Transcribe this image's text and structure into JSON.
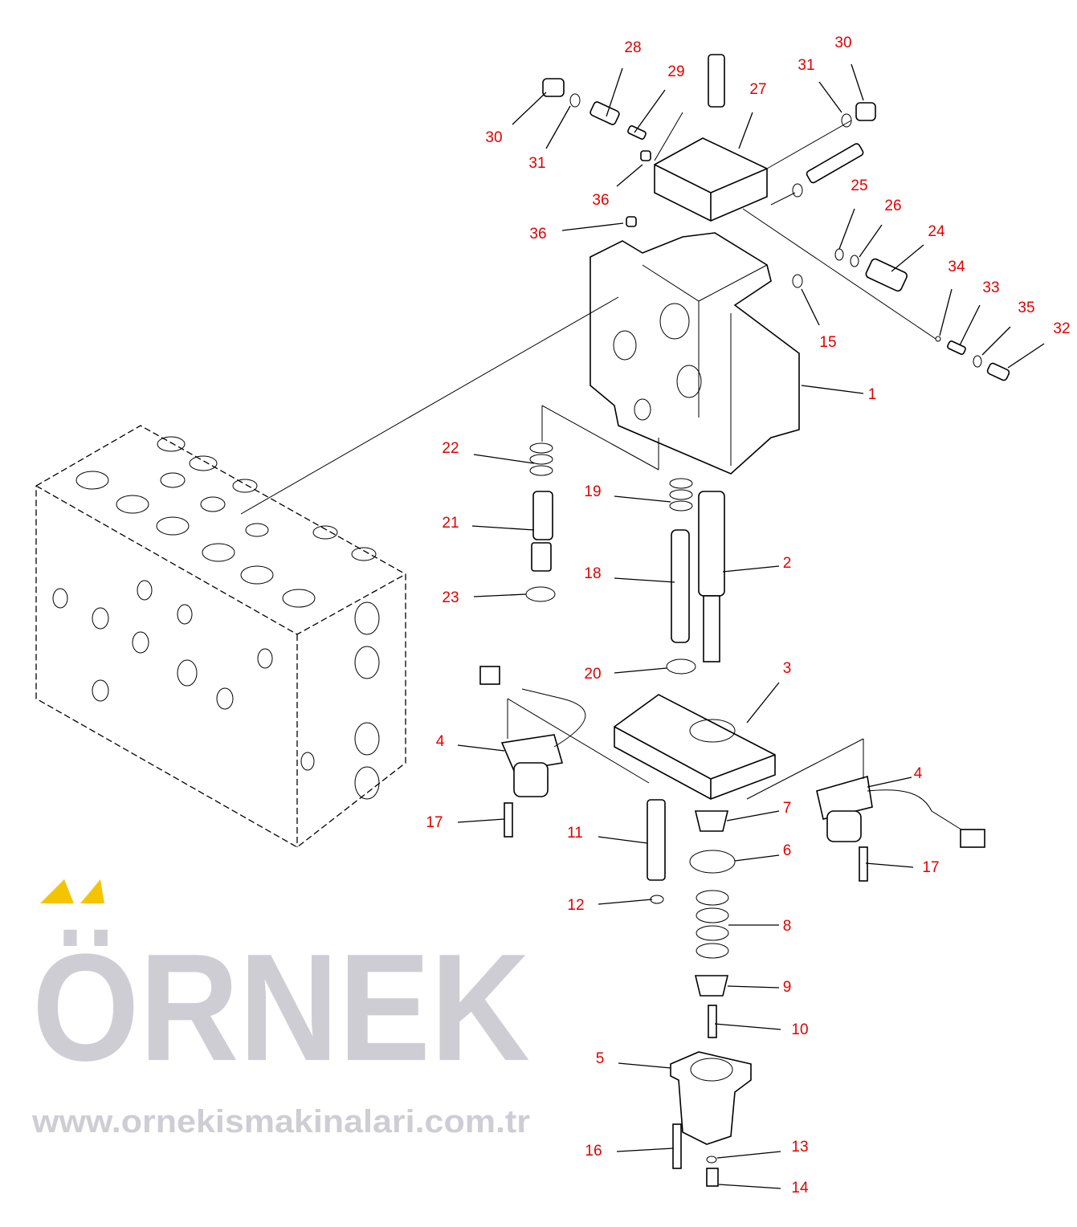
{
  "watermark": {
    "brand": "ÖRNEK",
    "url": "www.ornekismakinalari.com.tr"
  },
  "colors": {
    "label": "#e00000",
    "watermark": "#cfcdd4",
    "accent": "#f5c400"
  },
  "labels": [
    "28",
    "29",
    "30",
    "31",
    "27",
    "30",
    "31",
    "36",
    "36",
    "25",
    "26",
    "24",
    "34",
    "33",
    "35",
    "32",
    "15",
    "1",
    "22",
    "19",
    "21",
    "18",
    "2",
    "23",
    "20",
    "3",
    "4",
    "4",
    "7",
    "6",
    "11",
    "17",
    "17",
    "12",
    "8",
    "9",
    "10",
    "5",
    "16",
    "13",
    "14"
  ]
}
